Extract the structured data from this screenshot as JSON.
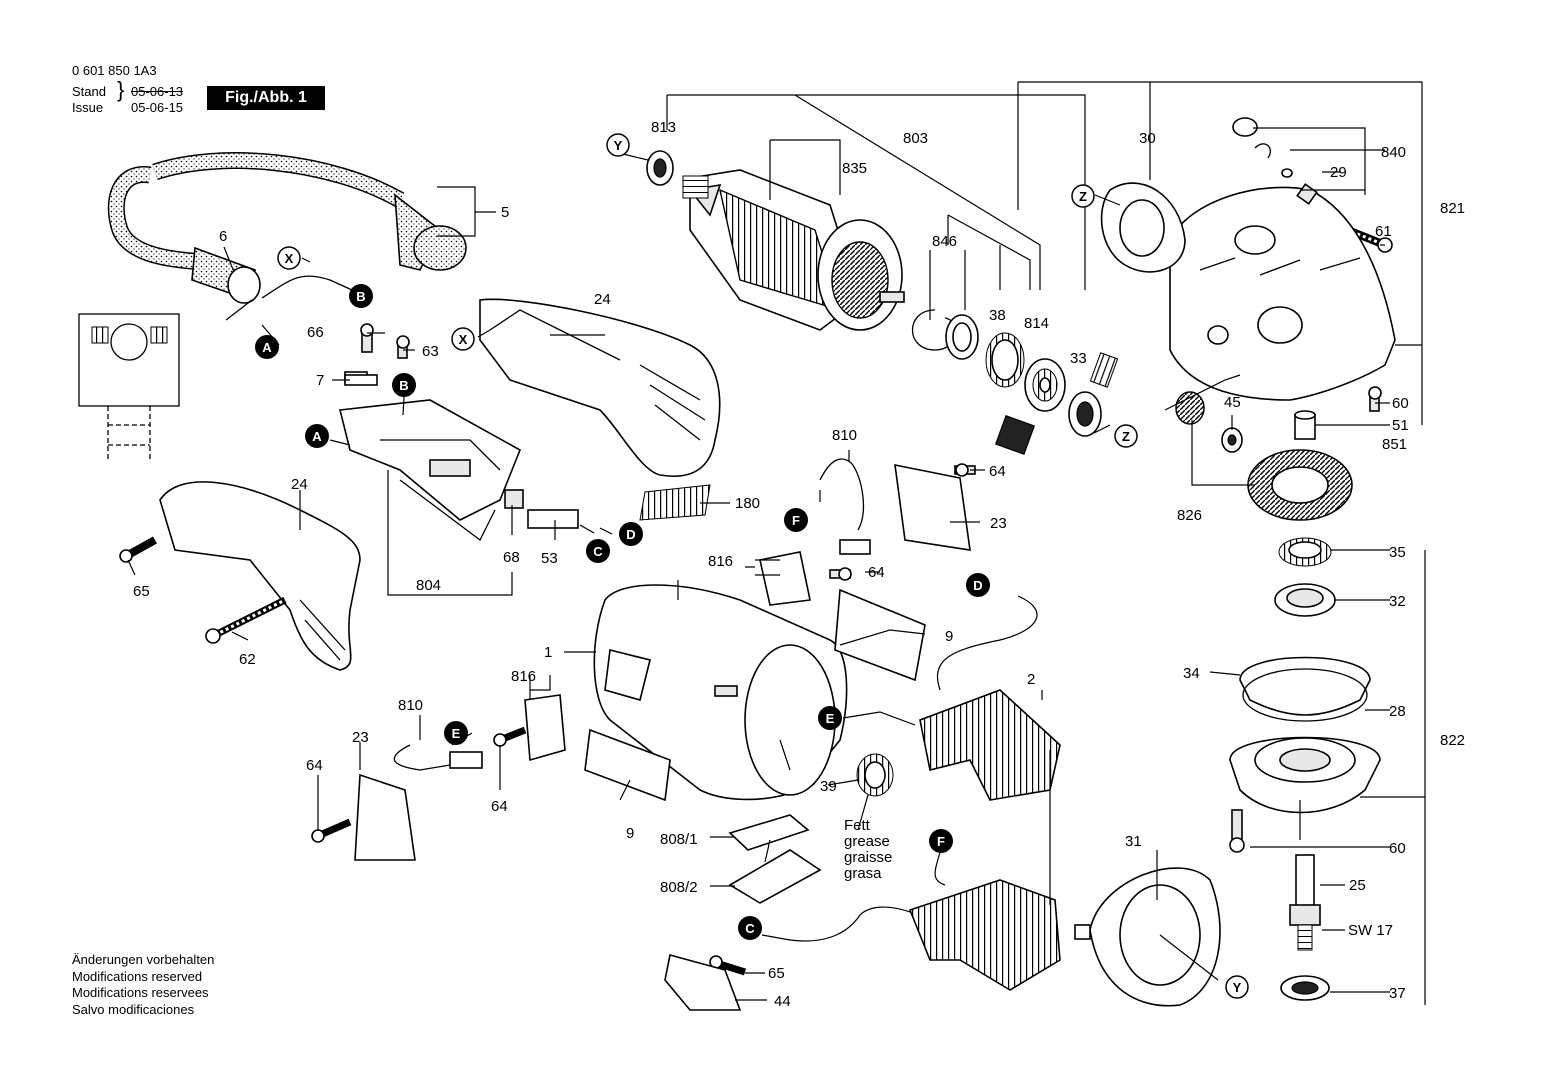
{
  "header": {
    "doc_number": "0 601 850 1A3",
    "stand_label": "Stand",
    "stand_date": "05-06-13",
    "issue_label": "Issue",
    "issue_date": "05-06-15",
    "figure_label": "Fig./Abb. 1"
  },
  "notes": [
    "Änderungen vorbehalten",
    "Modifications reserved",
    "Modifications reservees",
    "Salvo modificaciones"
  ],
  "grease_note": [
    "Fett",
    "grease",
    "graisse",
    "grasa"
  ],
  "part_labels": [
    "1",
    "2",
    "5",
    "6",
    "7",
    "9",
    "23",
    "24",
    "25",
    "28",
    "29",
    "30",
    "31",
    "32",
    "33",
    "34",
    "35",
    "37",
    "38",
    "39",
    "44",
    "45",
    "51",
    "53",
    "60",
    "61",
    "62",
    "63",
    "64",
    "65",
    "66",
    "68",
    "180",
    "803",
    "804",
    "808/1",
    "808/2",
    "810",
    "813",
    "814",
    "816",
    "821",
    "822",
    "826",
    "835",
    "840",
    "846",
    "851",
    "SW 17"
  ],
  "connector_markers": [
    "A",
    "B",
    "C",
    "D",
    "E",
    "F",
    "X",
    "Y",
    "Z"
  ],
  "colors": {
    "ink": "#000000",
    "paper": "#ffffff",
    "marker_fill": "#000000"
  }
}
